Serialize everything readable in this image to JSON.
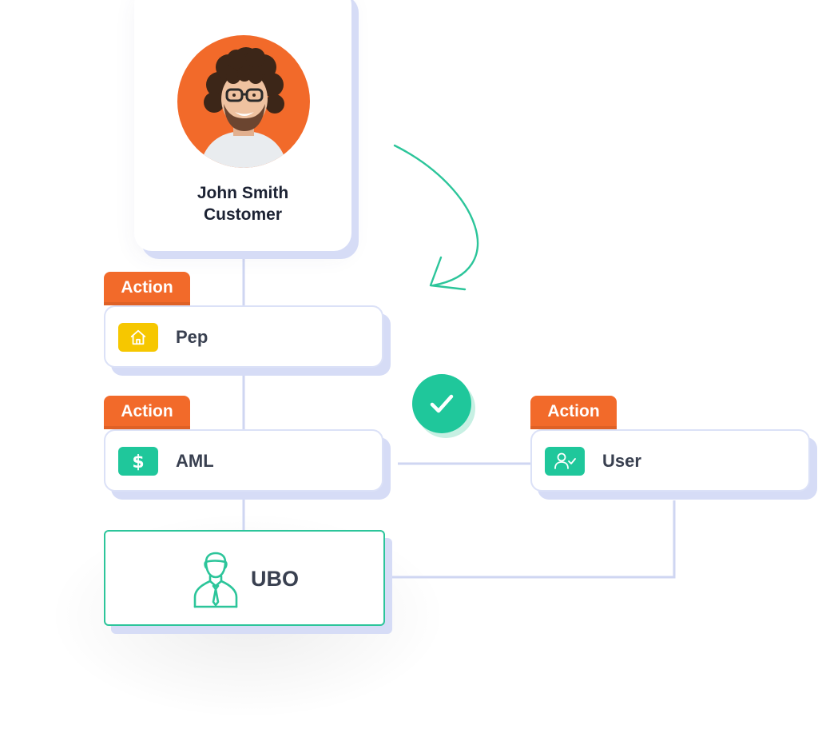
{
  "profile": {
    "name": "John Smith",
    "role": "Customer"
  },
  "nodes": [
    {
      "id": "pep",
      "tab_label": "Action",
      "label": "Pep",
      "icon": "home-icon",
      "icon_color": "#f6c700"
    },
    {
      "id": "aml",
      "tab_label": "Action",
      "label": "AML",
      "icon": "dollar-icon",
      "icon_color": "#1fc79b"
    },
    {
      "id": "user",
      "tab_label": "Action",
      "label": "User",
      "icon": "user-check-icon",
      "icon_color": "#1fc79b"
    }
  ],
  "ubo": {
    "label": "UBO",
    "icon": "person-tie-icon"
  },
  "status": {
    "icon": "checkmark-icon",
    "color": "#1fc79b"
  },
  "colors": {
    "accent_orange": "#f26a2a",
    "accent_green": "#1fc79b",
    "connector": "#cfd6f2",
    "card_border": "#dbe1f7",
    "card_shadow": "#d6dcf6"
  }
}
